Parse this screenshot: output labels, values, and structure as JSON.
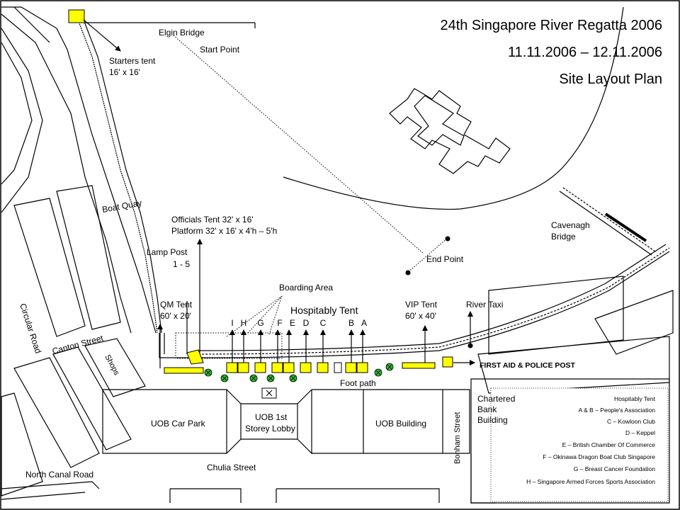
{
  "title": {
    "line1": "24th Singapore River Regatta 2006",
    "line2": "11.11.2006 – 12.11.2006",
    "line3": "Site Layout Plan"
  },
  "labels": {
    "elgin_bridge": "Elgin Bridge",
    "start_point": "Start Point",
    "starters_tent": "Starters tent",
    "starters_tent_size": "16' x 16'",
    "boat_quay": "Boat Quay",
    "officials_tent": "Officials Tent 32' x 16'",
    "platform": "Platform 32' x 16' x 4'h – 5'h",
    "lamp_post": "Lamp Post",
    "lamp_post_range": "1 - 5",
    "qm_tent": "QM Tent",
    "qm_tent_size": "60' x 20'",
    "boarding_area": "Boarding Area",
    "hospitably_tent": "Hospitably Tent",
    "vip_tent": "VIP Tent",
    "vip_tent_size": "60' x 40'",
    "river_taxi": "River Taxi",
    "end_point": "End Point",
    "cavenagh_bridge_1": "Cavenagh",
    "cavenagh_bridge_2": "Bridge",
    "first_aid": "FIRST AID & POLICE POST",
    "foot_path": "Foot path",
    "circular_road": "Circular Road",
    "canton_street": "Canton Street",
    "shops": "Shops",
    "uob_car_park": "UOB Car Park",
    "uob_lobby_1": "UOB 1st",
    "uob_lobby_2": "Storey Lobby",
    "uob_building": "UOB Building",
    "bonham_street": "Bonham Street",
    "chartered_1": "Chartered",
    "chartered_2": "Bank",
    "chartered_3": "Building",
    "chulia_street": "Chulia Street",
    "north_canal_road": "North Canal Road"
  },
  "tent_letters": [
    "I",
    "H",
    "G",
    "F",
    "E",
    "D",
    "C",
    "B",
    "A"
  ],
  "legend": {
    "heading": "Hospitably Tent",
    "entries": [
      "A & B – People's Association",
      "C – Kowloon Club",
      "D – Keppel",
      "E – British Chamber Of Commerce",
      "F – Okinawa Dragon Boat Club Singapore",
      "G – Breast Cancer Foundation",
      "H – Singapore Armed Forces Sports Association"
    ]
  },
  "colors": {
    "tent_fill": "#ffff00",
    "lamp_fill": "#2eb82e",
    "line": "#000000",
    "background": "#ffffff"
  },
  "icons": {
    "tent": "yellow-rect-tent-icon",
    "lamp_post": "green-circle-x-lamp-post-icon",
    "point": "black-dot-point-icon"
  }
}
